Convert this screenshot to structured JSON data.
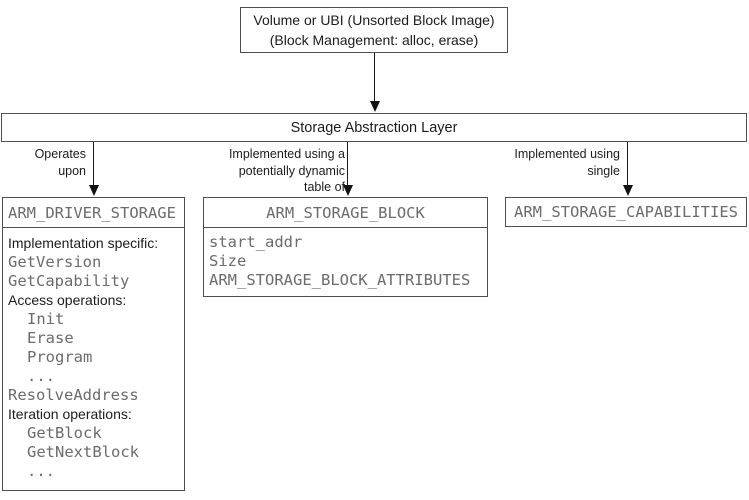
{
  "top_box": {
    "line1": "Volume or UBI (Unsorted Block Image)",
    "line2": "(Block Management: alloc, erase)"
  },
  "abstraction_layer": {
    "label": "Storage Abstraction Layer"
  },
  "arrow_labels": {
    "operates": [
      "Operates",
      "upon"
    ],
    "table": [
      "Implemented using a",
      "potentially dynamic",
      "table of"
    ],
    "single": [
      "Implemented using",
      "single"
    ]
  },
  "driver_box": {
    "title": "ARM_DRIVER_STORAGE",
    "items": [
      "Implementation specific:",
      "GetVersion",
      "GetCapability",
      "Access operations:",
      "Init",
      "Erase",
      "Program",
      "...",
      "ResolveAddress",
      "Iteration operations:",
      "GetBlock",
      "GetNextBlock",
      "..."
    ]
  },
  "block_box": {
    "title": "ARM_STORAGE_BLOCK",
    "items": [
      "start_addr",
      "Size",
      "ARM_STORAGE_BLOCK_ATTRIBUTES"
    ]
  },
  "capabilities_box": {
    "title": "ARM_STORAGE_CAPABILITIES"
  },
  "colors": {
    "border": "#4f4f4f",
    "mono_text": "#6b6b6b",
    "label_text": "#1c1c1c",
    "arrow": "#111111",
    "background": "#ffffff"
  }
}
